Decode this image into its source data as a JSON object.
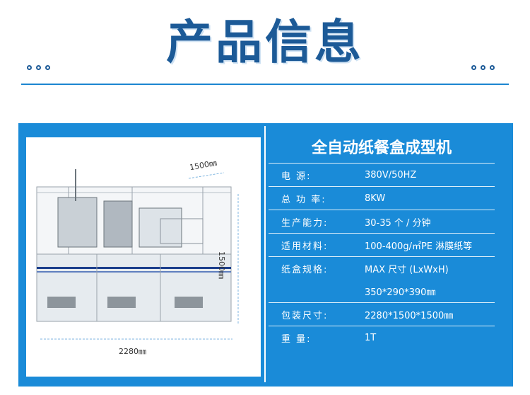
{
  "header": {
    "title": "产品信息"
  },
  "dimensions": {
    "depth": "1500㎜",
    "height": "1500㎜",
    "width": "2280㎜"
  },
  "product": {
    "name": "全自动纸餐盒成型机",
    "specs": [
      {
        "label": "电    源:",
        "value": "380V/50HZ"
      },
      {
        "label": "总 功 率:",
        "value": "8KW"
      },
      {
        "label": "生产能力:",
        "value": "30-35 个 / 分钟"
      },
      {
        "label": "适用材料:",
        "value": "100-400g/㎡PE 淋膜纸等"
      },
      {
        "label": "纸盒规格:",
        "value": "MAX 尺寸 (LxWxH)"
      },
      {
        "label": "",
        "value": "350*290*390㎜"
      },
      {
        "label": "包装尺寸:",
        "value": "2280*1500*1500㎜"
      },
      {
        "label": "重    量:",
        "value": "1T"
      }
    ]
  },
  "colors": {
    "brand_blue": "#1c5a97",
    "panel_blue": "#1a8bd8"
  }
}
